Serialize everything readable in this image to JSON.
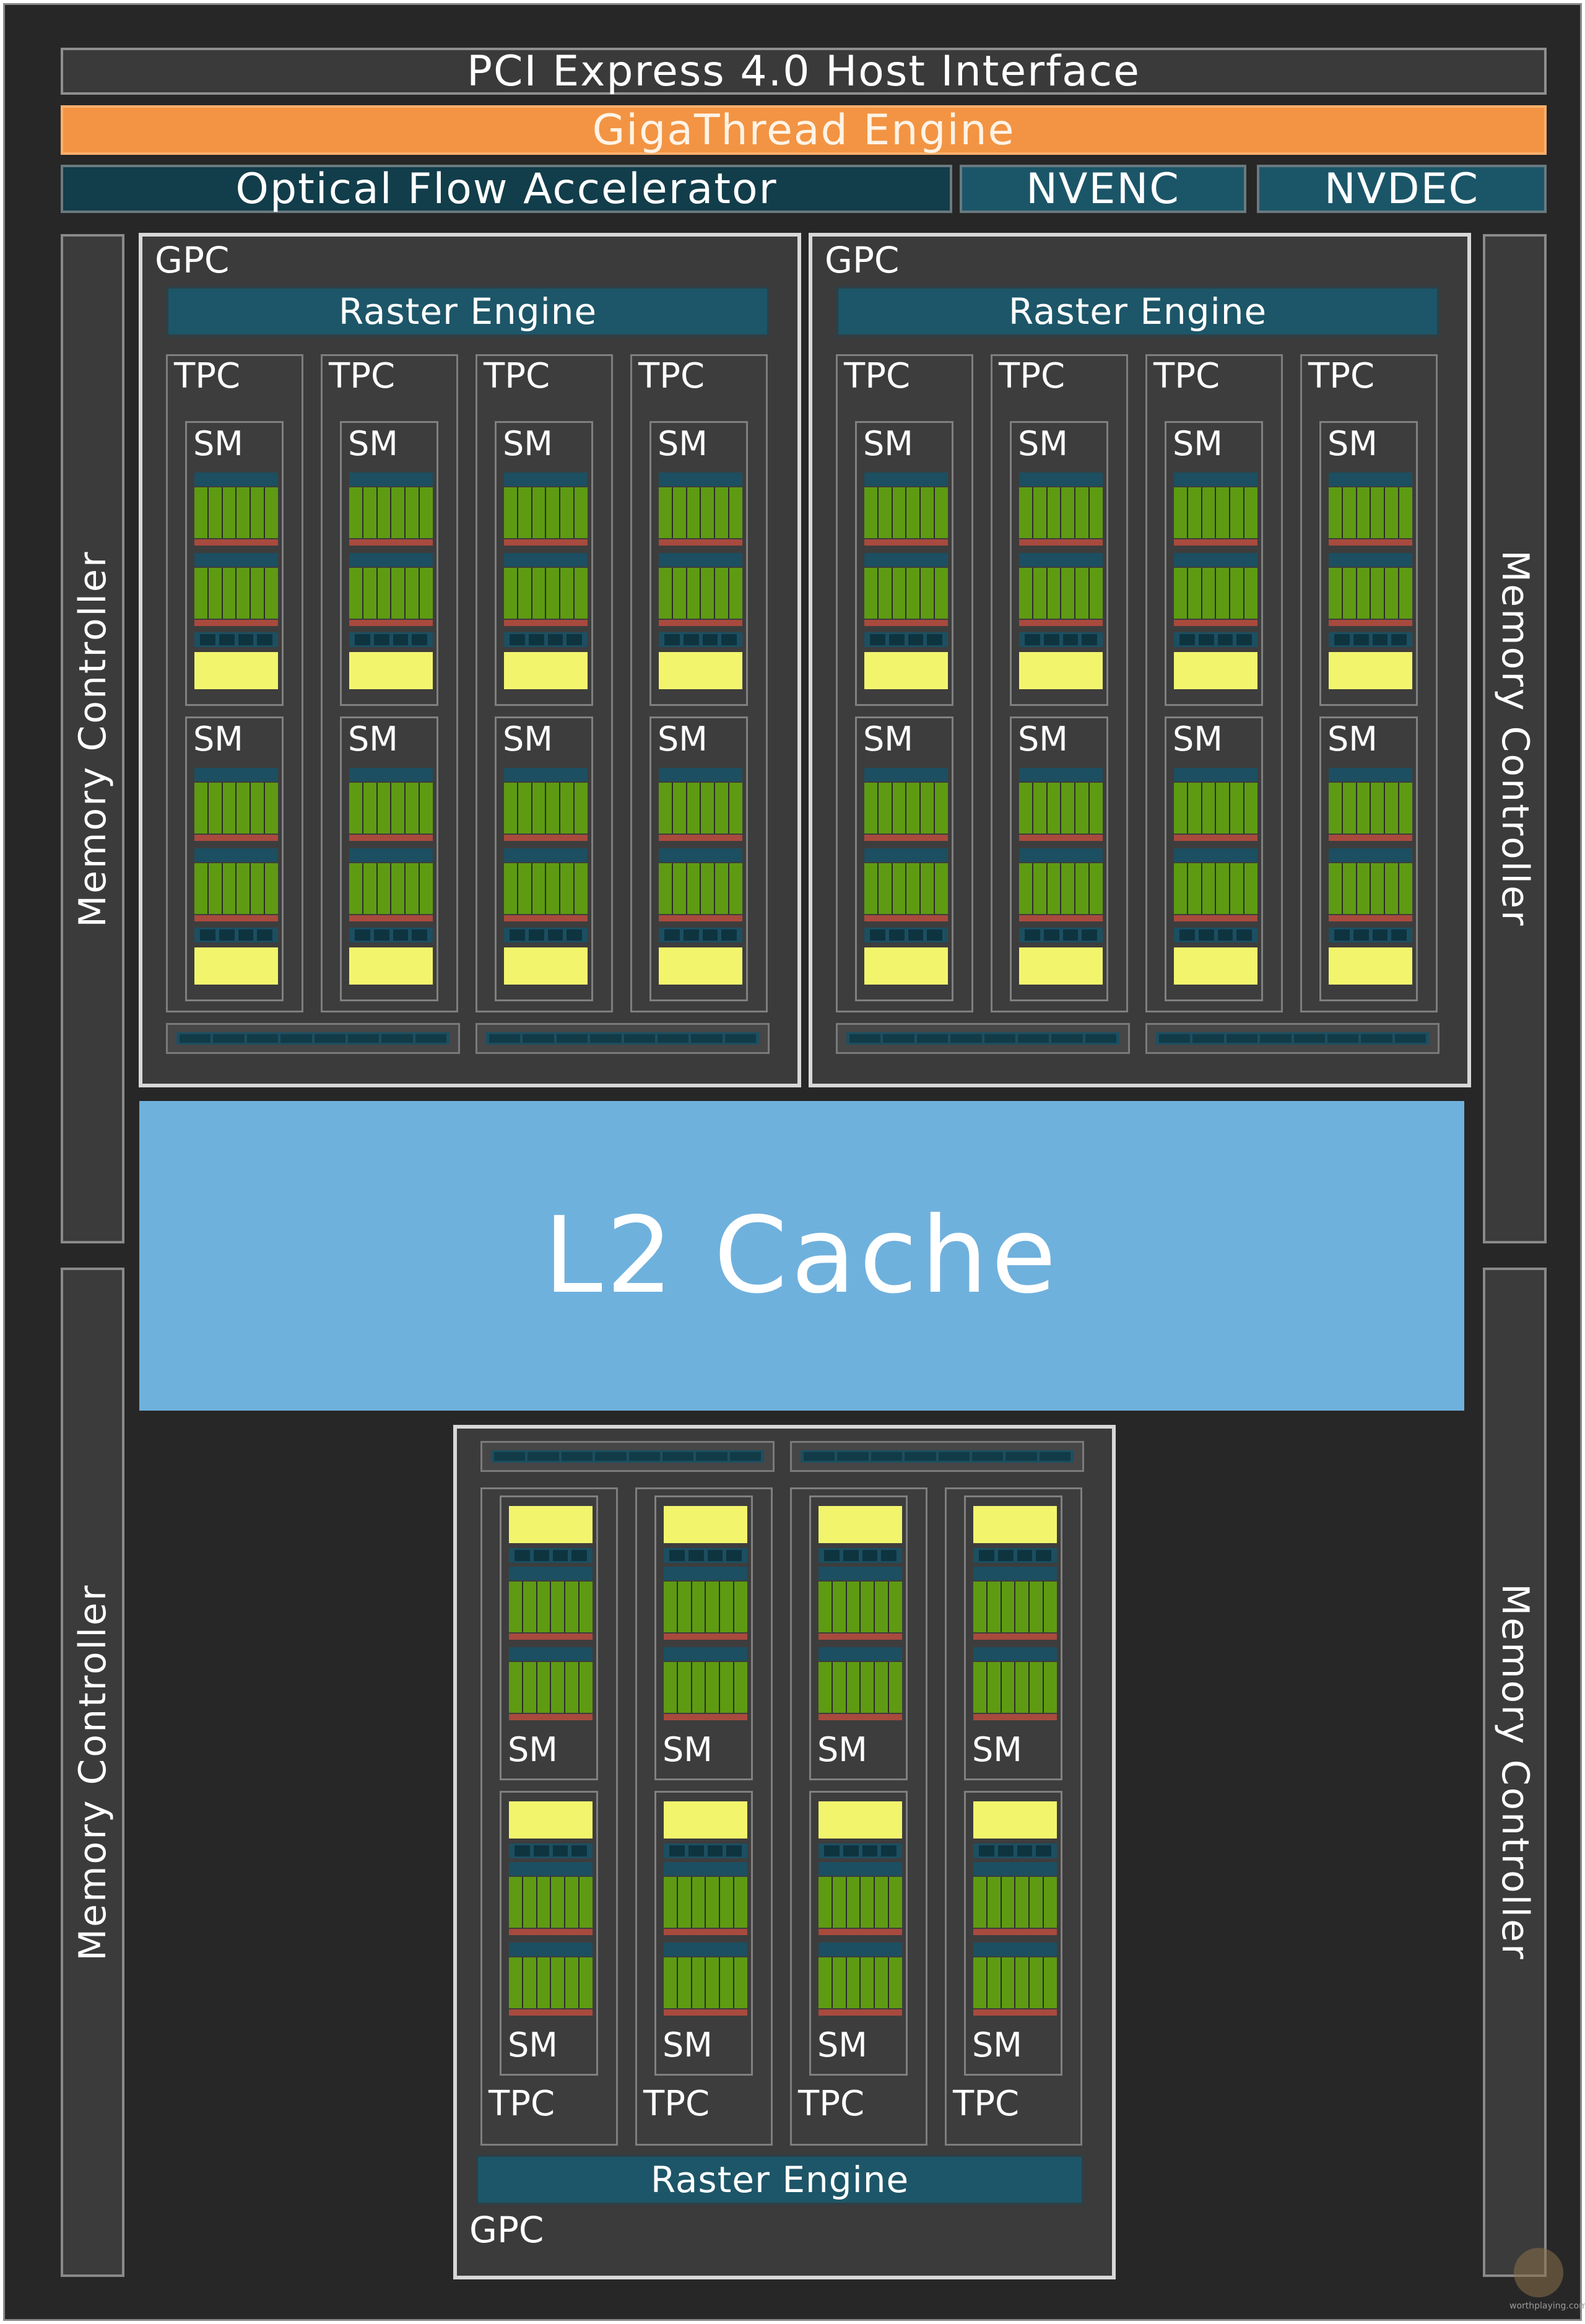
{
  "top": {
    "host_interface": "PCI Express 4.0 Host Interface",
    "gigathread": "GigaThread Engine",
    "optical_flow": "Optical Flow Accelerator",
    "nvenc": "NVENC",
    "nvdec": "NVDEC"
  },
  "memory_controller_label": "Memory Controller",
  "gpc_label": "GPC",
  "raster_engine_label": "Raster Engine",
  "tpc_label": "TPC",
  "sm_label": "SM",
  "l2_cache": "L2 Cache",
  "colors": {
    "chip_background": "#272727",
    "gigathread": "#f29443",
    "l2_cache": "#6fb1dd",
    "raster_engine": "#1d5668",
    "cuda_cores": "#5e9b12",
    "tensor_rt": "#f2f56c"
  },
  "counts": {
    "gpc": 3,
    "tpc_per_gpc": 4,
    "sm_per_tpc": 2,
    "memory_controllers": 4
  }
}
